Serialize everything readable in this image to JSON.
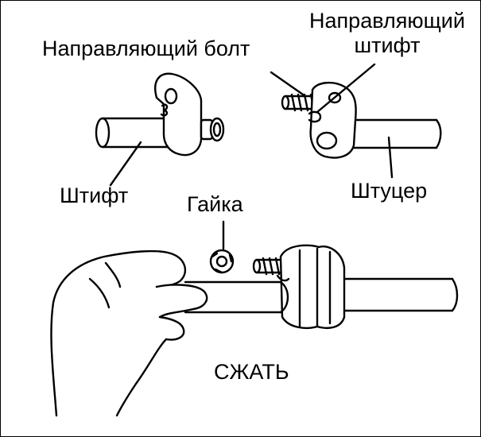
{
  "labels": {
    "guide_pin_line1": "Направляющий",
    "guide_pin_line2": "штифт",
    "guide_bolt": "Направляющий болт",
    "pin": "Штифт",
    "fitting": "Штуцер",
    "nut": "Гайка",
    "compress": "СЖАТЬ"
  },
  "colors": {
    "ink": "#000000",
    "background": "#ffffff"
  }
}
